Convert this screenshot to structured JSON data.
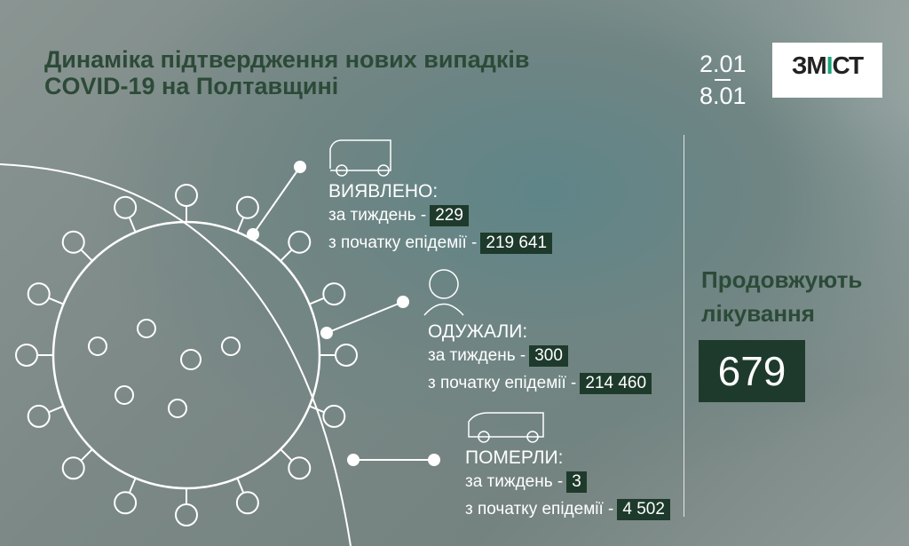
{
  "title_line1": "Динаміка підтвердження нових випадків",
  "title_line2": "COVID-19 на Полтавщині",
  "dates": {
    "from": "2.01",
    "to": "8.01"
  },
  "logo": {
    "name": "ЗМІСТ"
  },
  "detected": {
    "heading": "ВИЯВЛЕНО:",
    "week_label": "за тиждень -",
    "week": "229",
    "total_label": "з початку епідемії -",
    "total": "219 641"
  },
  "recovered": {
    "heading": "ОДУЖАЛИ:",
    "week_label": "за тиждень -",
    "week": "300",
    "total_label": "з початку епідемії -",
    "total": "214 460"
  },
  "died": {
    "heading": "ПОМЕРЛИ:",
    "week_label": "за тиждень -",
    "week": "3",
    "total_label": "з початку епідемії -",
    "total": "4 502"
  },
  "continuing": {
    "line1": "Продовжують",
    "line2": "лікування",
    "value": "679"
  },
  "colors": {
    "accent": "#2c4a38",
    "box": "#1e3a2c"
  }
}
